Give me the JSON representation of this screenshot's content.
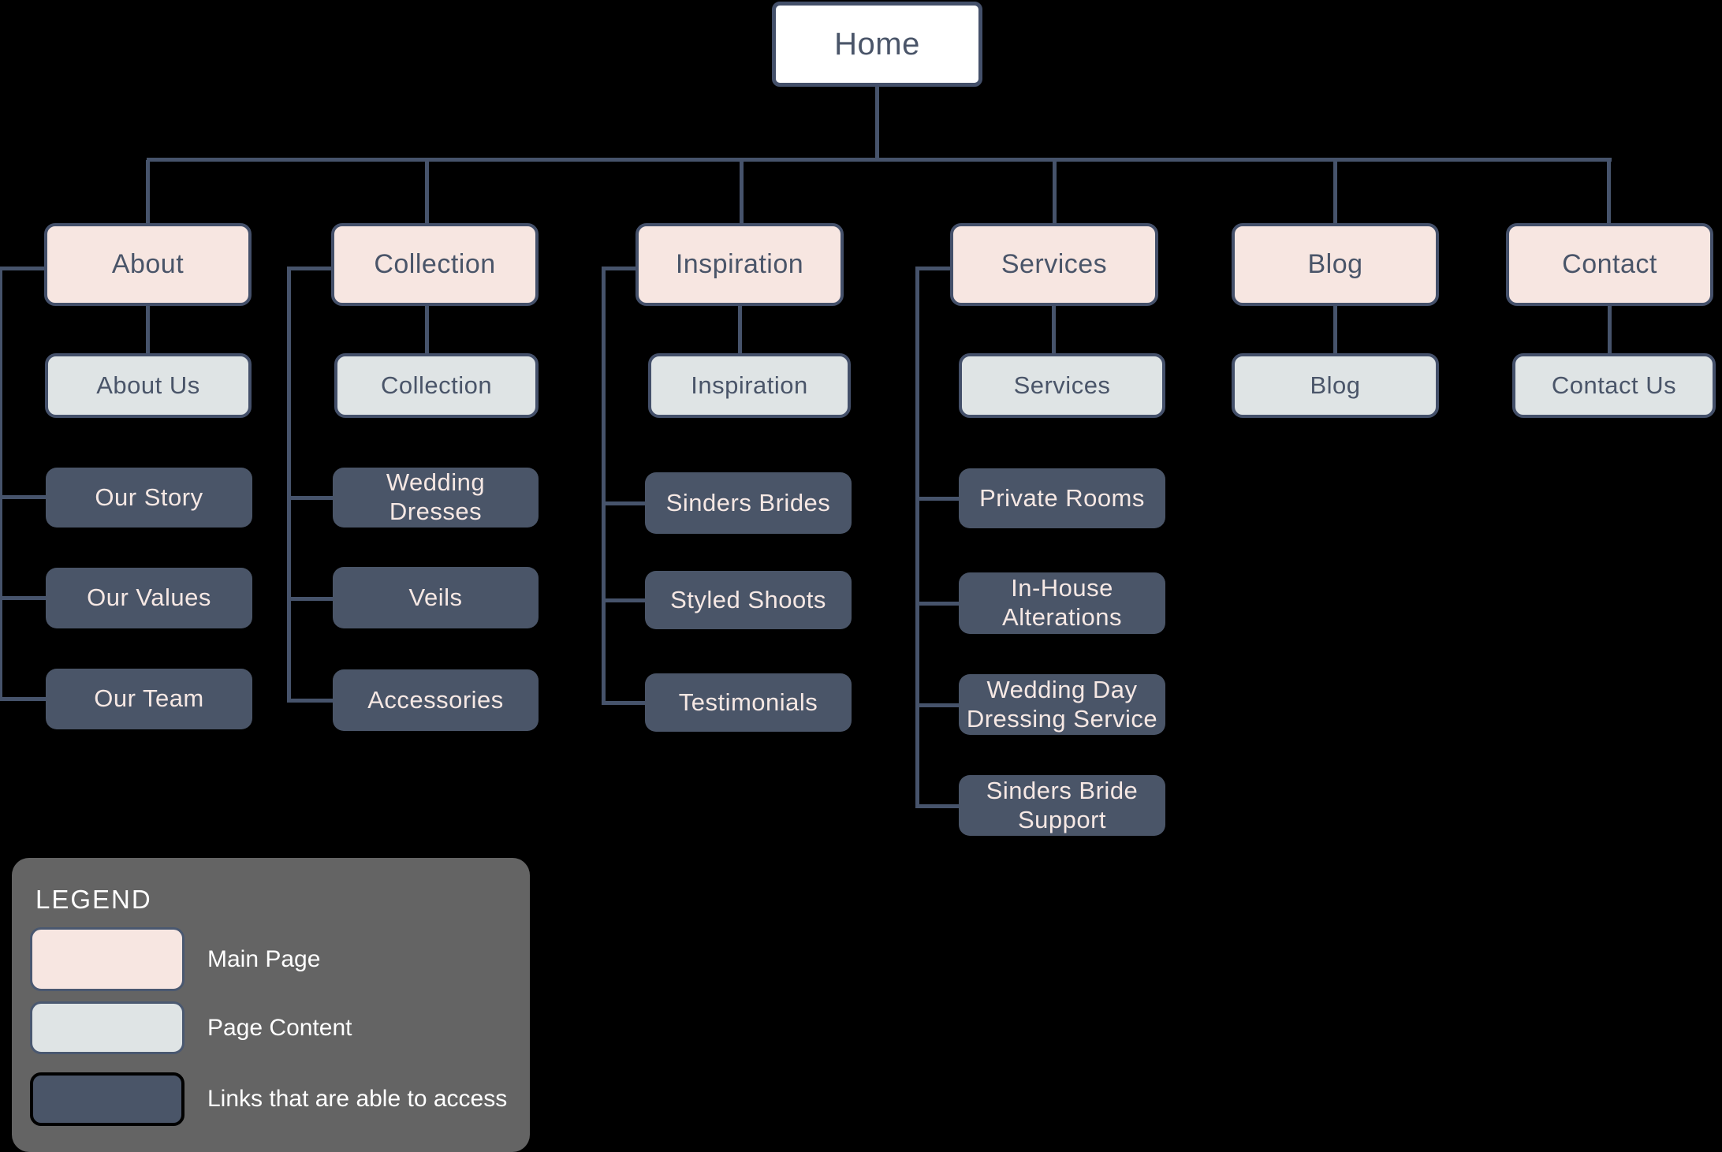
{
  "diagram": {
    "root": {
      "label": "Home"
    },
    "branches": [
      {
        "label": "About",
        "content": "About Us",
        "links": [
          "Our Story",
          "Our Values",
          "Our Team"
        ]
      },
      {
        "label": "Collection",
        "content": "Collection",
        "links": [
          "Wedding Dresses",
          "Veils",
          "Accessories"
        ]
      },
      {
        "label": "Inspiration",
        "content": "Inspiration",
        "links": [
          "Sinders Brides",
          "Styled Shoots",
          "Testimonials"
        ]
      },
      {
        "label": "Services",
        "content": "Services",
        "links": [
          "Private Rooms",
          "In-House Alterations",
          "Wedding Day Dressing Service",
          "Sinders Bride Support"
        ]
      },
      {
        "label": "Blog",
        "content": "Blog",
        "links": []
      },
      {
        "label": "Contact",
        "content": "Contact Us",
        "links": []
      }
    ]
  },
  "legend": {
    "title": "LEGEND",
    "items": [
      {
        "label": "Main Page",
        "type": "main-page"
      },
      {
        "label": "Page Content",
        "type": "page-content"
      },
      {
        "label": "Links that are able to access",
        "type": "accessible-link"
      }
    ]
  },
  "colors": {
    "background": "#000000",
    "main_page_fill": "#f7e6e1",
    "page_content_fill": "#dfe4e5",
    "link_fill": "#4a5568",
    "home_fill": "#ffffff",
    "box_border": "#44506a",
    "connector": "#46536b",
    "text_on_light": "#4a5569",
    "text_on_dark": "#f6e8e4",
    "legend_panel": "#646464",
    "legend_text": "#ffffff"
  }
}
